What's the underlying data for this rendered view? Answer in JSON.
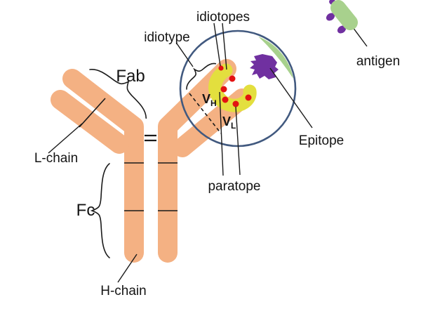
{
  "labels": {
    "idiotopes": "idiotopes",
    "idiotype": "idiotype",
    "fab": "Fab",
    "l_chain": "L-chain",
    "fc": "Fc",
    "h_chain": "H-chain",
    "paratope": "paratope",
    "epitope": "Epitope",
    "antigen": "antigen",
    "vh": {
      "main": "V",
      "sub": "H"
    },
    "vl": {
      "main": "V",
      "sub": "L"
    }
  },
  "colors": {
    "antibody_chain": "#F4B183",
    "paratope_surface": "#E3DF3E",
    "idiotope_dot": "#E31212",
    "epitope": "#7030A0",
    "antigen": "#A8D18D",
    "magnifier_ring": "#41597F",
    "annotation_line": "#1A1A1A",
    "background": "#FFFFFF"
  },
  "counts": {
    "idiotope_dots": 6
  }
}
